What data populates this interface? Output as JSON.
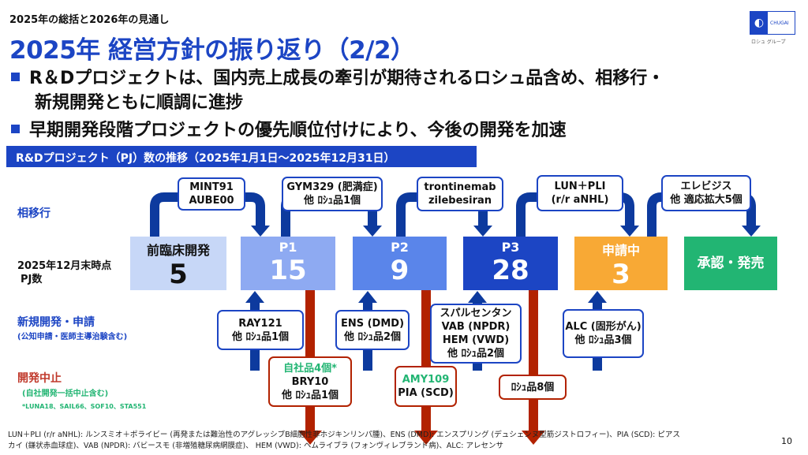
{
  "header": {
    "subtitle": "2025年の総括と2026年の見通し",
    "title": "2025年 経営方針の振り返り（2/2）",
    "logo_text": "CHUGAI",
    "group_text": "ロシュ グループ"
  },
  "bullets": [
    "R＆Dプロジェクトは、国内売上成長の牽引が期待されるロシュ品含め、相移行・",
    "新規開発ともに順調に進捗",
    "早期開発段階プロジェクトの優先順位付けにより、今後の開発を加速"
  ],
  "band": "R&Dプロジェクト（PJ）数の推移（2025年1月1日～2025年12月31日）",
  "row_labels": {
    "transition": "相移行",
    "count_line1": "2025年12月末時点",
    "count_line2": "PJ数",
    "new": "新規開発・申請",
    "new_note": "(公知申請・医師主導治験含む)",
    "stop": "開発中止",
    "stop_note": "(自社開発一括中止含む)",
    "stop_footnote": "*LUNA18、SAIL66、SOF10、STA551"
  },
  "stages": [
    {
      "name": "前臨床開発",
      "count": "5",
      "color": "#c7d7f7"
    },
    {
      "name": "P1",
      "count": "15",
      "color": "#8eaaf2"
    },
    {
      "name": "P2",
      "count": "9",
      "color": "#5a85ea"
    },
    {
      "name": "P3",
      "count": "28",
      "color": "#1c45c4"
    },
    {
      "name": "申請中",
      "count": "3",
      "color": "#f8a935"
    },
    {
      "name": "承認・発売",
      "count": "",
      "color": "#22b573"
    }
  ],
  "transitions": [
    [
      "MINT91",
      "AUBE00"
    ],
    [
      "GYM329 (肥満症)",
      "他 ﾛｼｭ品1個"
    ],
    [
      "trontinemab",
      "zilebesiran"
    ],
    [
      "LUN＋PLI",
      "(r/r aNHL)"
    ],
    [
      "エレビジス",
      "他 適応拡大5個"
    ]
  ],
  "new_items": [
    [
      "RAY121",
      "他 ﾛｼｭ品1個"
    ],
    [
      "ENS (DMD)",
      "他 ﾛｼｭ品2個"
    ],
    [
      "スパルセンタン",
      "VAB (NPDR)",
      "HEM (VWD)",
      "他 ﾛｼｭ品2個"
    ],
    [
      "ALC (固形がん)",
      "他 ﾛｼｭ品3個"
    ]
  ],
  "stopped": [
    {
      "highlight": "自社品4個*",
      "lines": [
        "BRY10",
        "他 ﾛｼｭ品1個"
      ]
    },
    {
      "highlight": "AMY109",
      "lines": [
        "PIA (SCD)"
      ]
    },
    {
      "highlight": "",
      "lines": [
        "ﾛｼｭ品8個"
      ]
    }
  ],
  "footnote": [
    "LUN＋PLI (r/r aNHL): ルンスミオ＋ポライビー (再発または難治性のアグレッシブB細胞性非ホジキンリンパ腫)、ENS (DMD): エンスプリング (デュシェンヌ型筋ジストロフィー)、PIA (SCD): ピアス",
    "カイ (鎌状赤血球症)、VAB (NPDR): バビースモ (非増殖糖尿病網膜症)、 HEM (VWD): ヘムライブラ (フォンヴィレブランド病)、ALC:  アレセンサ"
  ],
  "page": "10"
}
